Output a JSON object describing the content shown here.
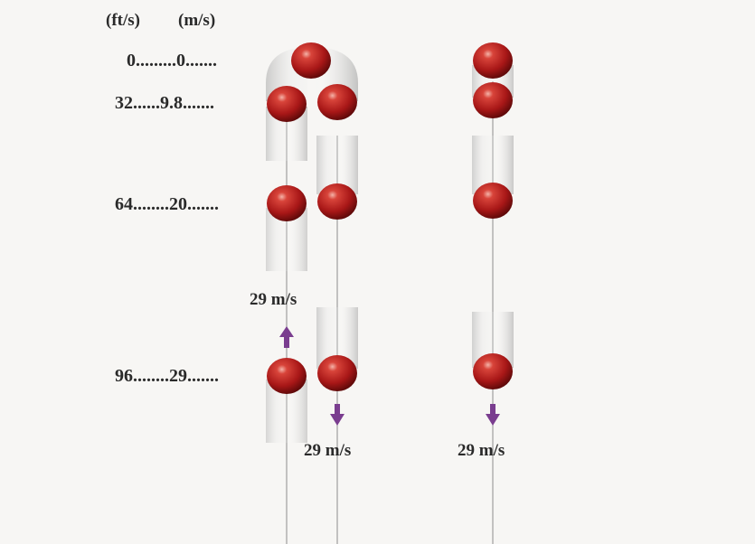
{
  "headers": {
    "ft_per_s": "(ft/s)",
    "m_per_s": "(m/s)"
  },
  "rows": [
    {
      "label": "0.........0......."
    },
    {
      "label": "32......9.8......."
    },
    {
      "label": "64........20......."
    },
    {
      "label": "96........29......."
    }
  ],
  "speed_labels": {
    "up": "29 m/s",
    "down_middle": "29 m/s",
    "down_right": "29 m/s"
  },
  "colors": {
    "ball": "#b01c1c",
    "arrow": "#7a3d8f",
    "line": "#9a9a9a",
    "trail": "#c8c8c8"
  }
}
